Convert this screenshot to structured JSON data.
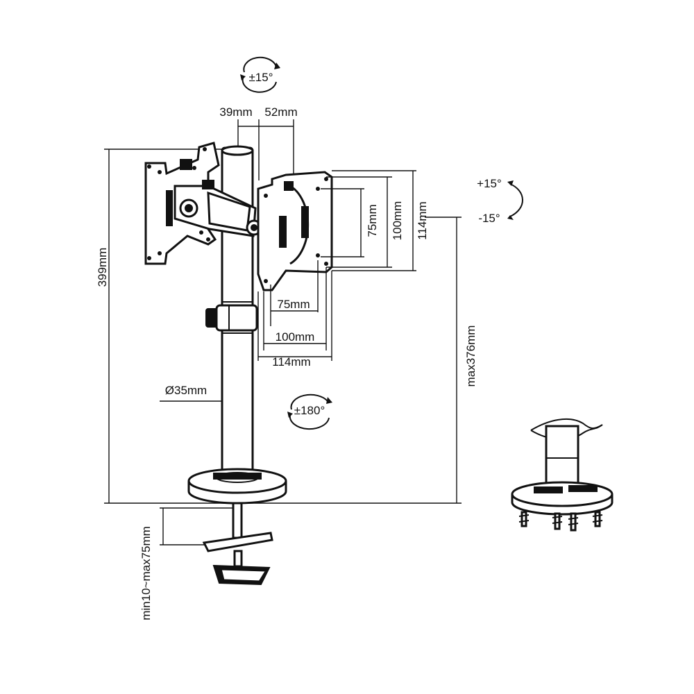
{
  "labels": {
    "tilt_top": "±15°",
    "offset_left": "39mm",
    "offset_right": "52mm",
    "swivel_up": "+15°",
    "swivel_down": "-15°",
    "height_total": "399mm",
    "vesa_75_v": "75mm",
    "vesa_100_v": "100mm",
    "vesa_114_v": "114mm",
    "vesa_75_h": "75mm",
    "vesa_100_h": "100mm",
    "vesa_114_h": "114mm",
    "pole_diameter": "Ø35mm",
    "rotation": "±180°",
    "height_max": "max376mm",
    "clamp_range": "min10~max75mm"
  },
  "colors": {
    "line": "#111111",
    "background": "#ffffff"
  }
}
